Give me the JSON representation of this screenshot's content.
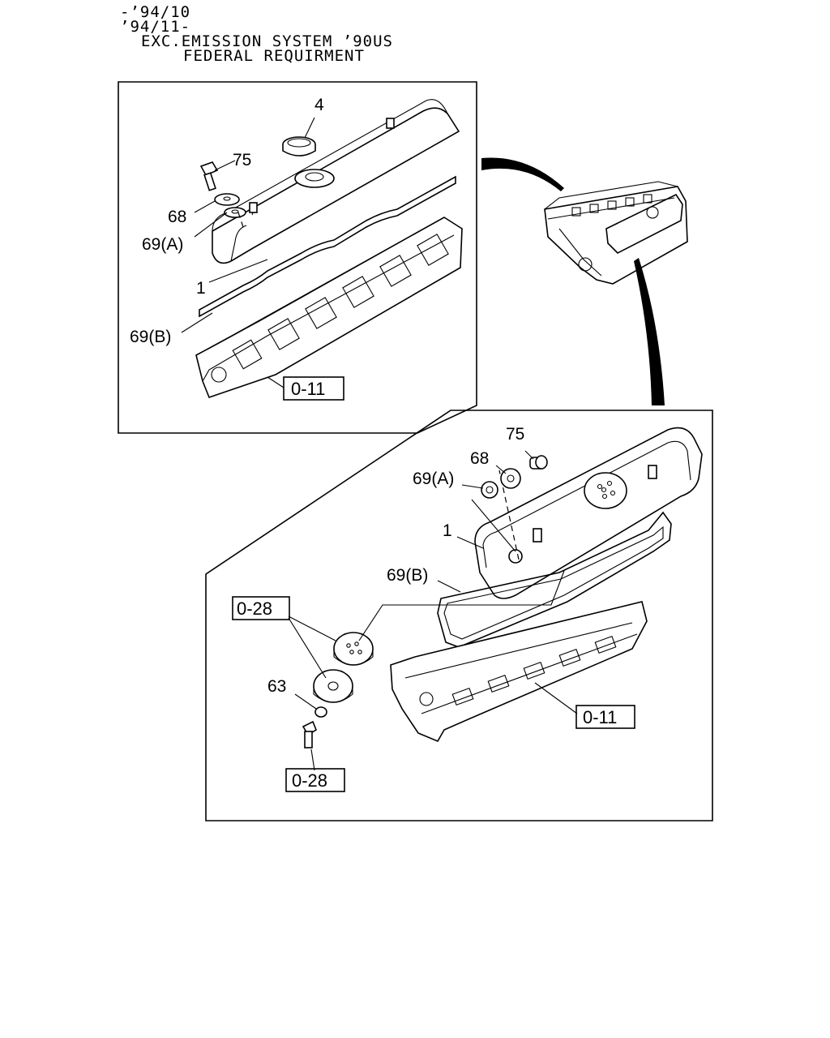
{
  "header": {
    "line1": "-’94/10",
    "line2": "’94/11-",
    "line3": "EXC.EMISSION SYSTEM ’90US",
    "line4": "FEDERAL REQUIRMENT"
  },
  "upper_panel": {
    "labels": {
      "p4": "4",
      "p75": "75",
      "p68": "68",
      "p69a": "69(A)",
      "p1": "1",
      "p69b": "69(B)"
    },
    "ref_box": "0-11"
  },
  "lower_panel": {
    "labels": {
      "p75": "75",
      "p68": "68",
      "p69a": "69(A)",
      "p1": "1",
      "p69b": "69(B)",
      "p63": "63"
    },
    "ref_top_left": "0-28",
    "ref_right": "0-11",
    "ref_bottom": "0-28"
  }
}
